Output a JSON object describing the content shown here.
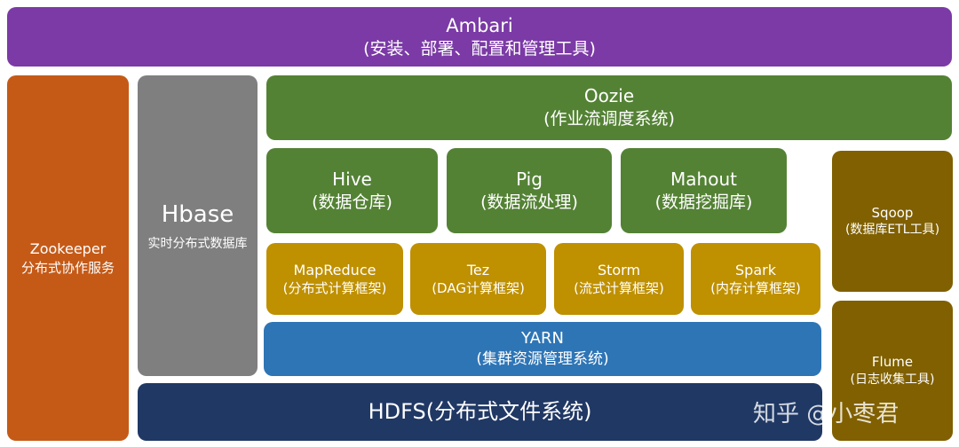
{
  "ambari": {
    "name": "Ambari",
    "desc": "(安装、部署、配置和管理工具)"
  },
  "zookeeper": {
    "name": "Zookeeper",
    "desc": "分布式协作服务"
  },
  "hbase": {
    "name": "Hbase",
    "desc": "实时分布式数据库"
  },
  "oozie": {
    "name": "Oozie",
    "desc": "(作业流调度系统)"
  },
  "hive": {
    "name": "Hive",
    "desc": "(数据仓库)"
  },
  "pig": {
    "name": "Pig",
    "desc": "(数据流处理)"
  },
  "mahout": {
    "name": "Mahout",
    "desc": "(数据挖掘库)"
  },
  "mapreduce": {
    "name": "MapReduce",
    "desc": "(分布式计算框架)"
  },
  "tez": {
    "name": "Tez",
    "desc": "(DAG计算框架)"
  },
  "storm": {
    "name": "Storm",
    "desc": "(流式计算框架)"
  },
  "spark": {
    "name": "Spark",
    "desc": "(内存计算框架)"
  },
  "yarn": {
    "name": "YARN",
    "desc": "(集群资源管理系统)"
  },
  "hdfs": {
    "label": "HDFS(分布式文件系统)"
  },
  "sqoop": {
    "name": "Sqoop",
    "desc": "(数据库ETL工具)"
  },
  "flume": {
    "name": "Flume",
    "desc": "(日志收集工具)"
  },
  "watermark": {
    "text": "知乎 @小枣君"
  },
  "colors": {
    "ambari": "#7b3aa6",
    "zookeeper": "#c55a17",
    "hbase": "#7f7f7f",
    "green": "#548235",
    "gold": "#bf9000",
    "brown": "#806000",
    "yarn": "#2e75b6",
    "hdfs": "#203864"
  }
}
